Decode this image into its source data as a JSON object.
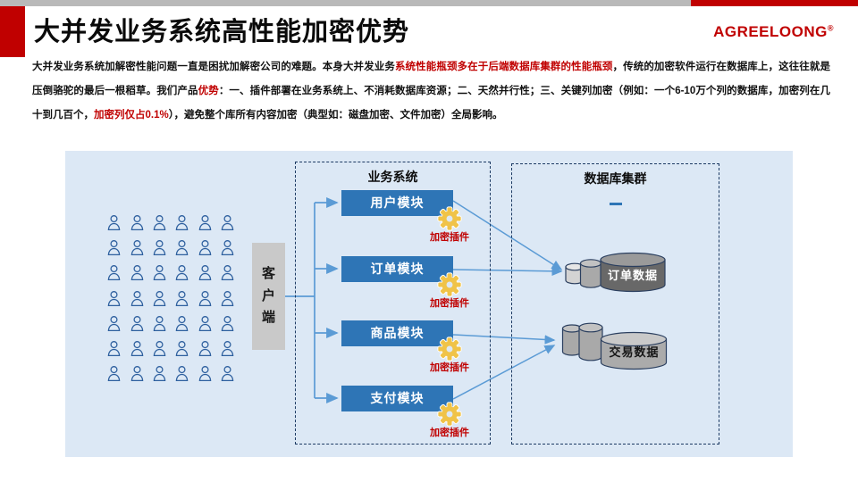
{
  "slide": {
    "title": "大并发业务系统高性能加密优势",
    "logo": {
      "text": "AGREELOONG",
      "reg": "®"
    }
  },
  "intro": {
    "segments": [
      {
        "text": "大并发业务系统加解密性能问题一直是困扰加解密公司的难题。本身大并发业务",
        "red": false
      },
      {
        "text": "系统性能瓶颈多在于后端数据库集群的性能瓶颈",
        "red": true
      },
      {
        "text": "，传统的加密软件运行在数据库上，这往往就是压倒骆驼的最后一根稻草。我们产品",
        "red": false
      },
      {
        "text": "优势",
        "red": true
      },
      {
        "text": "：一、插件部署在业务系统上、不消耗数据库资源；二、天然并行性；三、关键列加密（例如：一个6-10万个列的数据库，加密列在几十到几百个，",
        "red": false
      },
      {
        "text": "加密列仅占0.1%",
        "red": true
      },
      {
        "text": "），避免整个库所有内容加密（典型如：磁盘加密、文件加密）全局影响。",
        "red": false
      }
    ]
  },
  "diagram": {
    "users": {
      "rows": 7,
      "cols": 6,
      "icon": "person-icon"
    },
    "client": {
      "label": "客户端"
    },
    "business_system": {
      "title": "业务系统",
      "modules": [
        {
          "label": "用户模块",
          "plugin": "加密插件"
        },
        {
          "label": "订单模块",
          "plugin": "加密插件"
        },
        {
          "label": "商品模块",
          "plugin": "加密插件"
        },
        {
          "label": "支付模块",
          "plugin": "加密插件"
        }
      ],
      "plugin_icon": "gear-icon"
    },
    "database_cluster": {
      "title": "数据库集群",
      "databases": [
        {
          "label": "订单数据"
        },
        {
          "label": "交易数据"
        }
      ]
    },
    "colors": {
      "accent_red": "#c00000",
      "module_blue": "#2e75b6",
      "arrow_blue": "#5b9bd5",
      "panel_blue": "#dce8f5",
      "gear_gold": "#f0c348",
      "dashed_border": "#1c3a63",
      "person_blue": "#2d5f9e"
    }
  }
}
